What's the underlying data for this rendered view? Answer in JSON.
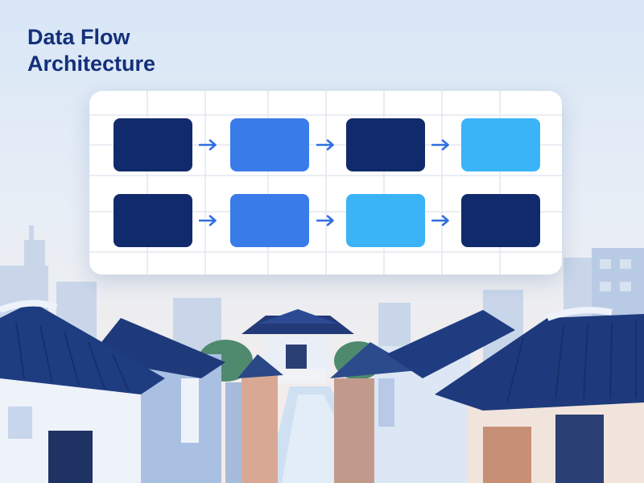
{
  "title": {
    "line1": "Data Flow",
    "line2": "Architecture"
  },
  "colors": {
    "navy": "#112a6b",
    "blue": "#3a7bea",
    "cyan": "#3ab3f7",
    "arrow": "#2f6fe0",
    "title": "#14307a"
  },
  "diagram": {
    "rows": [
      {
        "nodes": [
          "navy",
          "blue",
          "navy",
          "cyan"
        ]
      },
      {
        "nodes": [
          "navy",
          "blue",
          "cyan",
          "navy"
        ]
      }
    ],
    "arrow_icon": "arrow-right-icon"
  }
}
